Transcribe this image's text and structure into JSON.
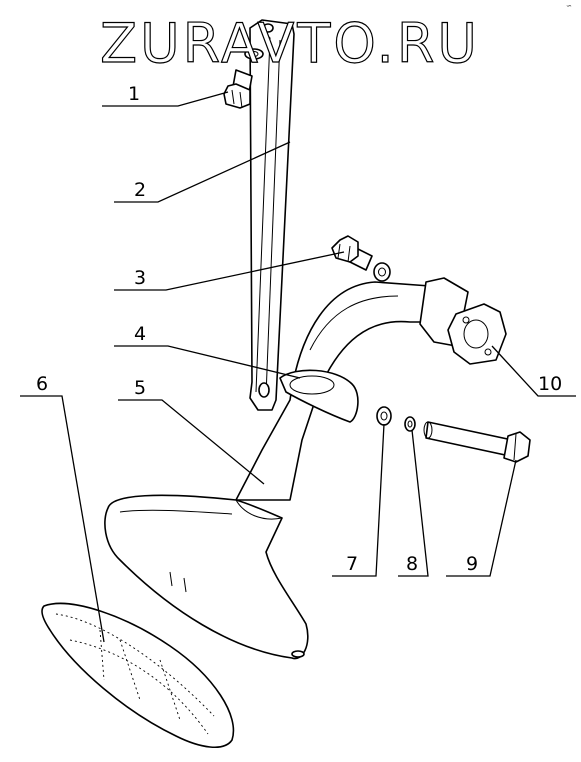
{
  "watermark": "ZURAVTO.RU",
  "corner_mark": "∽",
  "callouts": [
    "1",
    "2",
    "3",
    "4",
    "5",
    "6",
    "7",
    "8",
    "9",
    "10"
  ]
}
